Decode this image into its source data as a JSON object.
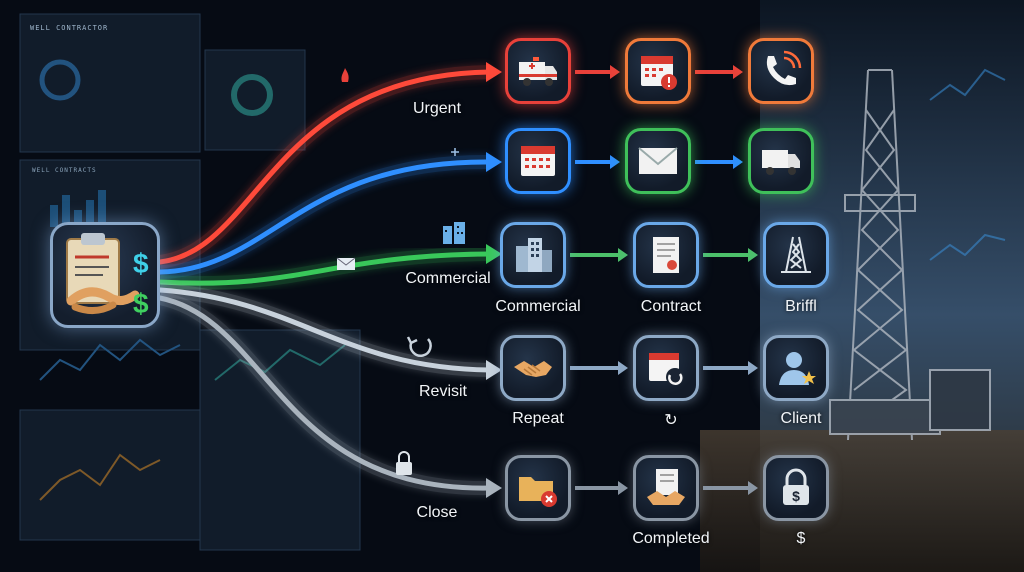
{
  "dashboard": {
    "title": "WELL CONTRACTOR",
    "subtitle": "WELL CONTRACTS"
  },
  "branches": [
    {
      "label": "Urgent",
      "color": "#ff4a3a",
      "branch_icon": "fire-alert-icon"
    },
    {
      "label": "",
      "color": "#2f8fff",
      "branch_icon": "sparkle-icon"
    },
    {
      "label": "Commercial",
      "color": "#39c85a",
      "branch_icon": "building-icon"
    },
    {
      "label": "Revisit",
      "color": "#c8d2dc",
      "branch_icon": "refresh-icon"
    },
    {
      "label": "Close",
      "color": "#aab4be",
      "branch_icon": "lock-icon"
    }
  ],
  "rows": [
    {
      "steps": [
        {
          "icon": "ambulance-icon",
          "label": ""
        },
        {
          "icon": "calendar-alert-icon",
          "label": ""
        },
        {
          "icon": "phone-icon",
          "label": ""
        }
      ]
    },
    {
      "steps": [
        {
          "icon": "calendar-icon",
          "label": ""
        },
        {
          "icon": "envelope-icon",
          "label": ""
        },
        {
          "icon": "truck-icon",
          "label": ""
        }
      ]
    },
    {
      "steps": [
        {
          "icon": "office-building-icon",
          "label": "Commercial"
        },
        {
          "icon": "contract-document-icon",
          "label": "Contract"
        },
        {
          "icon": "drilling-rig-icon",
          "label": "Briffl"
        }
      ]
    },
    {
      "steps": [
        {
          "icon": "handshake-icon",
          "label": "Repeat"
        },
        {
          "icon": "calendar-refresh-icon",
          "label": "↻"
        },
        {
          "icon": "client-user-icon",
          "label": "Client"
        }
      ]
    },
    {
      "steps": [
        {
          "icon": "folder-cancel-icon",
          "label": ""
        },
        {
          "icon": "handshake-document-icon",
          "label": "Completed"
        },
        {
          "icon": "padlock-dollar-icon",
          "label": "$"
        }
      ]
    }
  ],
  "row_colors": [
    "#e8413a",
    "#2f8fff",
    "#4cc06a",
    "#8ea9c6",
    "#8a96a4"
  ],
  "hub_icon": "clipboard-handshake-dollar-icon",
  "background_icon": "drilling-rig-silhouette-icon"
}
